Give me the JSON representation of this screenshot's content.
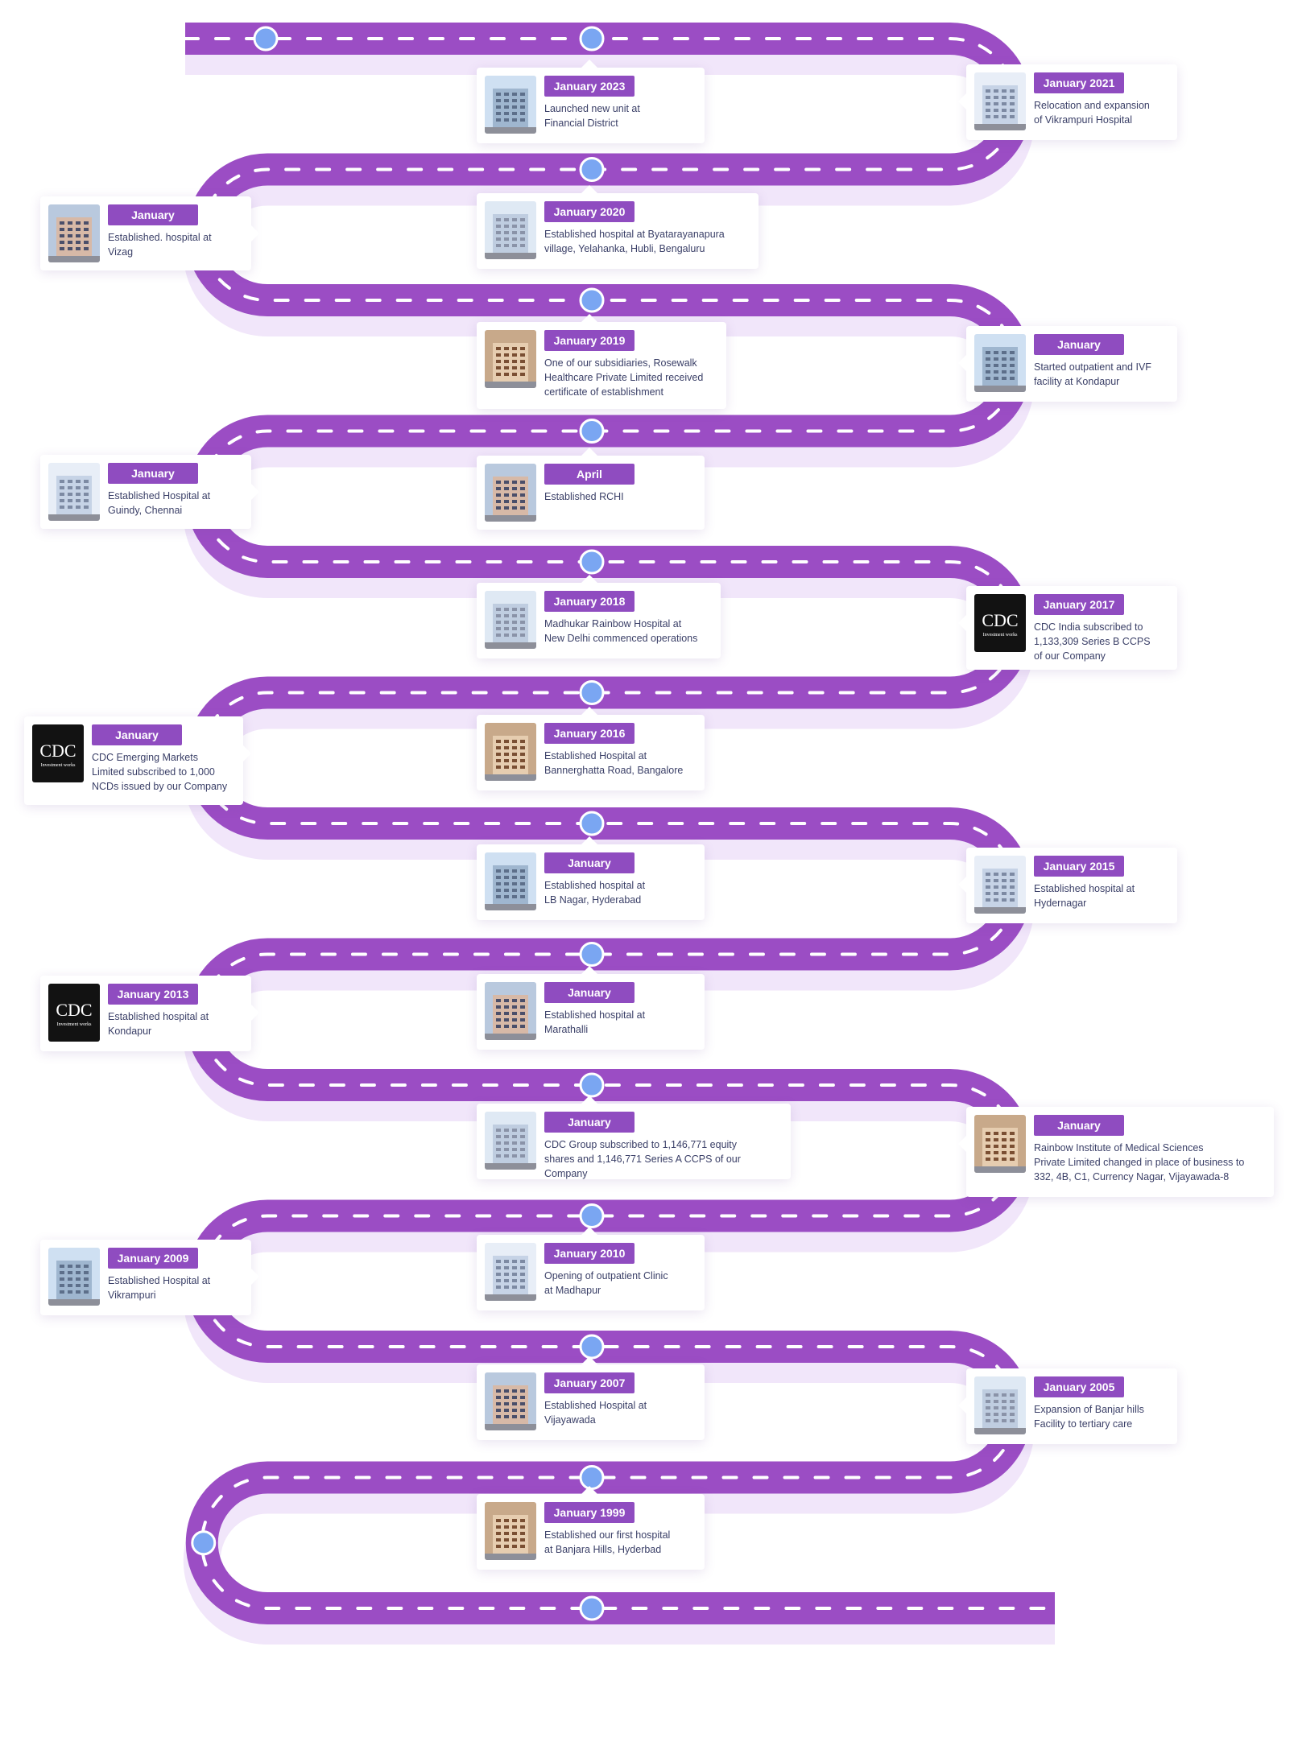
{
  "colors": {
    "road": "#9b4dc4",
    "road_shadow": "#f1e6fa",
    "dash": "#ffffff",
    "node": "#7aa6f2",
    "badge": "#8f4cc0",
    "text": "#3a3f67"
  },
  "milestones": [
    {
      "date": "January 2023",
      "desc": "Launched new unit at\nFinancial District",
      "icon": "building-icon"
    },
    {
      "date": "January 2021",
      "desc": "Relocation and expansion\nof Vikrampuri Hospital",
      "icon": "building-icon"
    },
    {
      "date": "January",
      "desc": "Established. hospital at\nVizag",
      "icon": "building-icon"
    },
    {
      "date": "January 2020",
      "desc": "Established hospital at Byatarayanapura\nvillage, Yelahanka, Hubli, Bengaluru",
      "icon": "building-icon"
    },
    {
      "date": "January 2019",
      "desc": "One of our subsidiaries, Rosewalk\nHealthcare Private Limited received\ncertificate of establishment",
      "icon": "building-icon"
    },
    {
      "date": "January",
      "desc": "Started outpatient and IVF\nfacility at Kondapur",
      "icon": "building-icon"
    },
    {
      "date": "January",
      "desc": "Established Hospital at\nGuindy, Chennai",
      "icon": "building-icon"
    },
    {
      "date": "April",
      "desc": "Established RCHI",
      "icon": "building-icon"
    },
    {
      "date": "January 2018",
      "desc": "Madhukar Rainbow Hospital at\nNew Delhi commenced operations",
      "icon": "building-icon"
    },
    {
      "date": "January 2017",
      "desc": "CDC India subscribed to\n1,133,309 Series B CCPS\nof our Company",
      "icon": "cdc-logo-icon",
      "logo": {
        "mark": "CDC",
        "sub": "Investment works"
      }
    },
    {
      "date": "January",
      "desc": "CDC Emerging Markets\nLimited subscribed to 1,000\nNCDs issued by our Company",
      "icon": "cdc-logo-icon",
      "logo": {
        "mark": "CDC",
        "sub": "Investment works"
      }
    },
    {
      "date": "January 2016",
      "desc": "Established Hospital at\nBannerghatta Road, Bangalore",
      "icon": "building-icon"
    },
    {
      "date": "January",
      "desc": "Established hospital at\nLB Nagar, Hyderabad",
      "icon": "building-icon"
    },
    {
      "date": "January 2015",
      "desc": "Established hospital at\nHydernagar",
      "icon": "building-icon"
    },
    {
      "date": "January 2013",
      "desc": "Established hospital at\nKondapur",
      "icon": "cdc-logo-icon",
      "logo": {
        "mark": "CDC",
        "sub": "Investment works"
      }
    },
    {
      "date": "January",
      "desc": "Established hospital at\nMarathalli",
      "icon": "building-icon"
    },
    {
      "date": "January",
      "desc": "CDC Group subscribed to 1,146,771 equity\nshares and 1,146,771 Series A CCPS of our Company",
      "icon": "building-icon"
    },
    {
      "date": "January",
      "desc": "Rainbow Institute of Medical Sciences\nPrivate Limited changed in place of business to\n332, 4B, C1, Currency Nagar, Vijayawada-8",
      "icon": "building-icon"
    },
    {
      "date": "January 2009",
      "desc": "Established Hospital at\nVikrampuri",
      "icon": "building-icon"
    },
    {
      "date": "January 2010",
      "desc": "Opening of outpatient Clinic\nat Madhapur",
      "icon": "building-icon"
    },
    {
      "date": "January 2007",
      "desc": "Established Hospital at\nVijayawada",
      "icon": "building-icon"
    },
    {
      "date": "January 2005",
      "desc": "Expansion of Banjar hills\nFacility to tertiary care",
      "icon": "building-icon"
    },
    {
      "date": "January 1999",
      "desc": "Established our first hospital\nat Banjara Hills, Hyderbad",
      "icon": "building-icon"
    }
  ]
}
